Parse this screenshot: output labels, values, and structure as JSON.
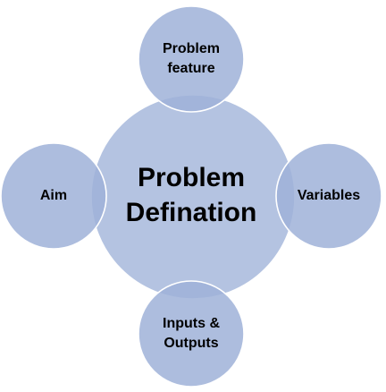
{
  "diagram": {
    "center": {
      "lines": [
        "Problem",
        "Defination"
      ]
    },
    "satellites": {
      "top": {
        "lines": [
          "Problem",
          "feature"
        ]
      },
      "left": {
        "lines": [
          "Aim"
        ]
      },
      "right": {
        "lines": [
          "Variables"
        ]
      },
      "bottom": {
        "lines": [
          "Inputs &",
          "Outputs"
        ]
      }
    }
  }
}
